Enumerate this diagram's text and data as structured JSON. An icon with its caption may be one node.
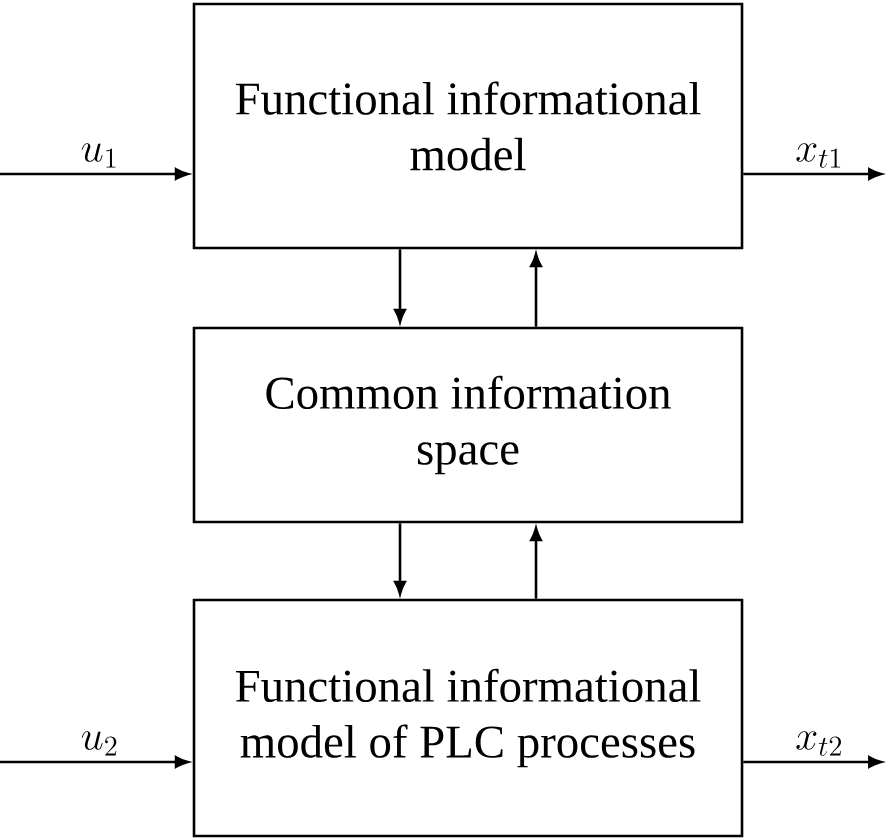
{
  "diagram": {
    "nodes": [
      {
        "text": [
          "Functional informational model"
        ]
      },
      {
        "text": [
          "Common information space"
        ]
      },
      {
        "text": [
          "Functional informational model of PLC processes"
        ]
      }
    ],
    "edges": [
      {
        "from": null,
        "to": 0,
        "arrow": "to",
        "label": "u_1"
      },
      {
        "from": 0,
        "to": null,
        "arrow": "to",
        "label": "x_{t1}"
      },
      {
        "from": 0,
        "to": 1,
        "arrow": "to"
      },
      {
        "from": 1,
        "to": 0,
        "arrow": "to"
      },
      {
        "from": null,
        "to": 2,
        "arrow": "to",
        "label": "u_2"
      },
      {
        "from": 2,
        "to": null,
        "arrow": "to",
        "label": "x_{t2}"
      },
      {
        "from": 1,
        "to": 2,
        "arrow": "to"
      },
      {
        "from": 2,
        "to": 1,
        "arrow": "to"
      }
    ]
  }
}
